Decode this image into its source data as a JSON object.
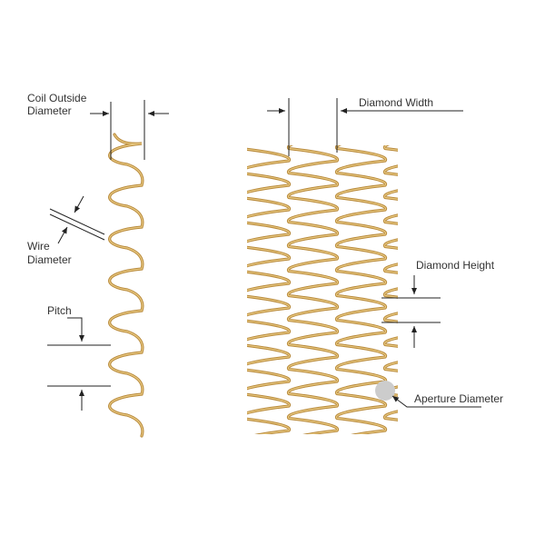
{
  "labels": {
    "coil_outside_diameter_1": "Coil Outside",
    "coil_outside_diameter_2": "Diameter",
    "wire_diameter_1": "Wire",
    "wire_diameter_2": "Diameter",
    "pitch": "Pitch",
    "diamond_width": "Diamond Width",
    "diamond_height": "Diamond Height",
    "aperture_diameter": "Aperture Diameter"
  },
  "colors": {
    "wire": "#b8893a",
    "highlight": "#e8c982",
    "aperture": "#cccccc"
  }
}
